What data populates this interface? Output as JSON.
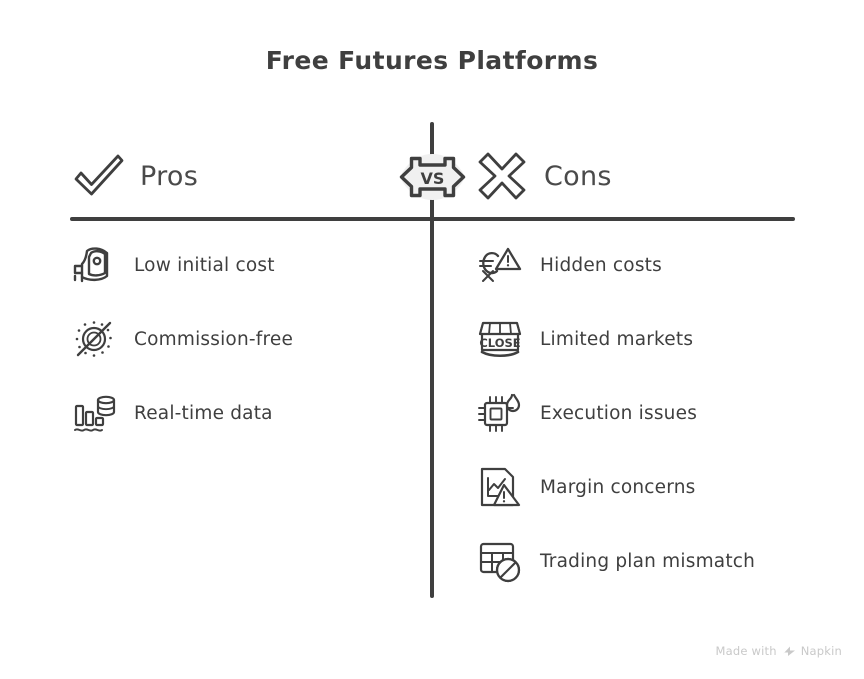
{
  "title": "Free Futures Platforms",
  "colors": {
    "ink": "#3f3f3f",
    "text": "#3d3d3d",
    "background": "#ffffff",
    "vs_fill": "#f0f0f0",
    "watermark": "#c9c9c9"
  },
  "center_badge": {
    "label": "VS",
    "icon": "vs-hexagon-icon"
  },
  "columns": {
    "pros": {
      "header": "Pros",
      "header_icon": "checkmark-icon",
      "items": [
        {
          "label": "Low initial cost",
          "icon": "piggy-bank-coin-icon"
        },
        {
          "label": "Commission-free",
          "icon": "coin-slashed-icon"
        },
        {
          "label": "Real-time data",
          "icon": "bar-chart-database-icon"
        }
      ]
    },
    "cons": {
      "header": "Cons",
      "header_icon": "cross-x-icon",
      "items": [
        {
          "label": "Hidden costs",
          "icon": "euro-warning-icon"
        },
        {
          "label": "Limited markets",
          "icon": "shop-closed-icon",
          "icon_text": "CLOSE"
        },
        {
          "label": "Execution issues",
          "icon": "cpu-flame-icon"
        },
        {
          "label": "Margin concerns",
          "icon": "document-chart-warning-icon"
        },
        {
          "label": "Trading plan mismatch",
          "icon": "table-prohibited-icon"
        }
      ]
    }
  },
  "watermark": {
    "prefix": "Made with",
    "brand": "Napkin",
    "icon": "napkin-logo-icon"
  }
}
